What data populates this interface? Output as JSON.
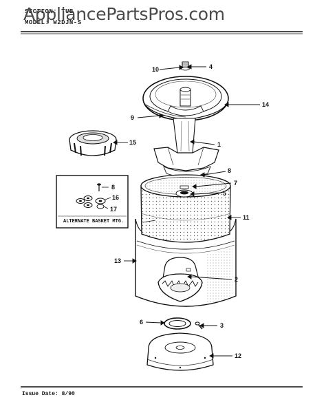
{
  "header": {
    "line1": "SECTION: TUB",
    "line2": "MODEL: W2DJN-S"
  },
  "watermark": "AppliancePartsPros.com",
  "inset": {
    "caption": "ALTERNATE BASKET MTG.",
    "callouts": [
      "8",
      "16",
      "17"
    ]
  },
  "callouts": {
    "c1": "1",
    "c2": "2",
    "c3": "3",
    "c4": "4",
    "c5": "5",
    "c6": "6",
    "c7": "7",
    "c8": "8",
    "c9": "9",
    "c10": "10",
    "c11": "11",
    "c12": "12",
    "c13": "13",
    "c14": "14",
    "c15": "15"
  },
  "footer": {
    "issue": "Issue Date: 8/90"
  }
}
